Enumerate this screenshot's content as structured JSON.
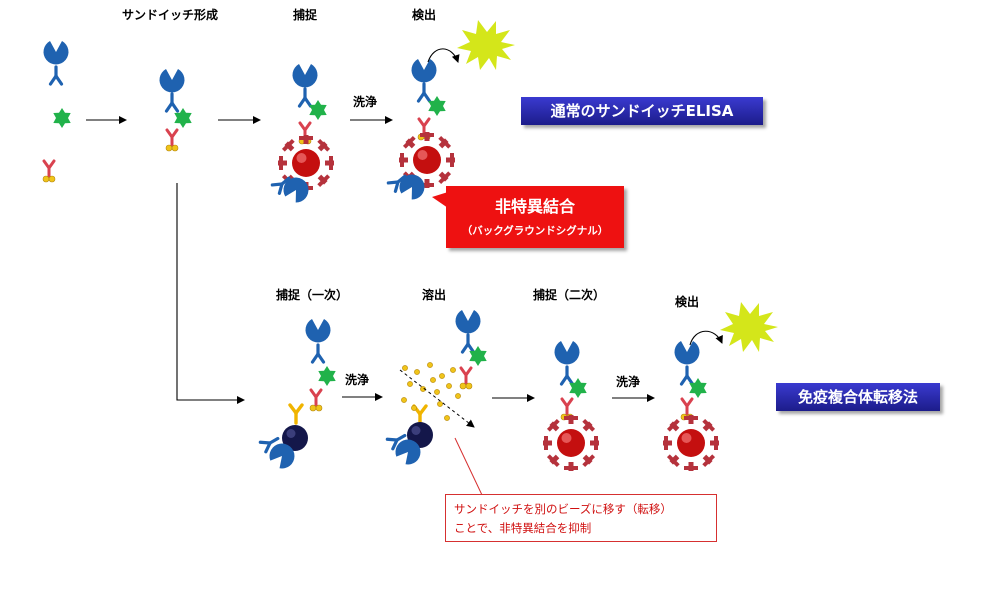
{
  "colors": {
    "antibody_blue": "#1f62b0",
    "antigen_green": "#21b24a",
    "detection_antibody_red": "#d9424f",
    "label_yellow": "#f0c419",
    "bead_red": "#c40f0f",
    "bead_navy": "#14174a",
    "capture_antibody_yellow": "#f0b400",
    "signal_burst": "#d4e61a",
    "elisa_box": "#2424a8",
    "nonspecific_box": "#ee1111",
    "note_text": "#d01010"
  },
  "steps": {
    "sandwich_formation": "サンドイッチ形成",
    "capture": "捕捉",
    "detection": "検出",
    "wash": "洗浄",
    "capture_primary": "捕捉（一次）",
    "elution": "溶出",
    "capture_secondary": "捕捉（二次）",
    "detection_2": "検出"
  },
  "titles": {
    "standard_elisa": "通常のサンドイッチELISA",
    "transfer_method": "免疫複合体転移法"
  },
  "callouts": {
    "nonspecific_binding": "非特異結合",
    "background_signal": "（バックグラウンドシグナル）",
    "note_line1": "サンドイッチを別のビーズに移す（転移）",
    "note_line2": "ことで、非特異結合を抑制"
  }
}
